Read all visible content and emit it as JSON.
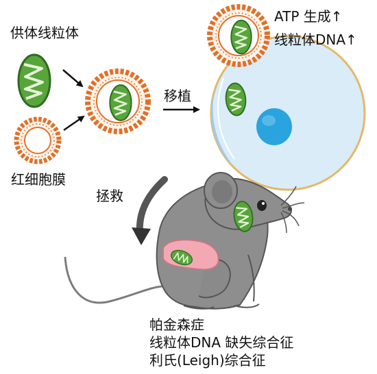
{
  "labels": {
    "donor_mitochondria": "供体线粒体",
    "red_cell_membrane": "红细胞膜",
    "transplant": "移植",
    "atp_increase": "ATP 生成↑",
    "mtdna_increase": "线粒体DNA↑",
    "rescue": "拯救"
  },
  "diseases": [
    "帕金森症",
    "线粒体DNA 缺失综合征",
    "利氏(Leigh)综合征"
  ],
  "colors": {
    "mito_green": "#58a53b",
    "mito_dark": "#2f6a1f",
    "membrane_orange": "#e0702a",
    "cell_fill": "#d9ecf8",
    "cell_border": "#e3b86a",
    "nucleus": "#2aa3df",
    "mouse_grey": "#8e8e8e",
    "liver_pink": "#f2a9b4",
    "arrow": "#111111"
  }
}
